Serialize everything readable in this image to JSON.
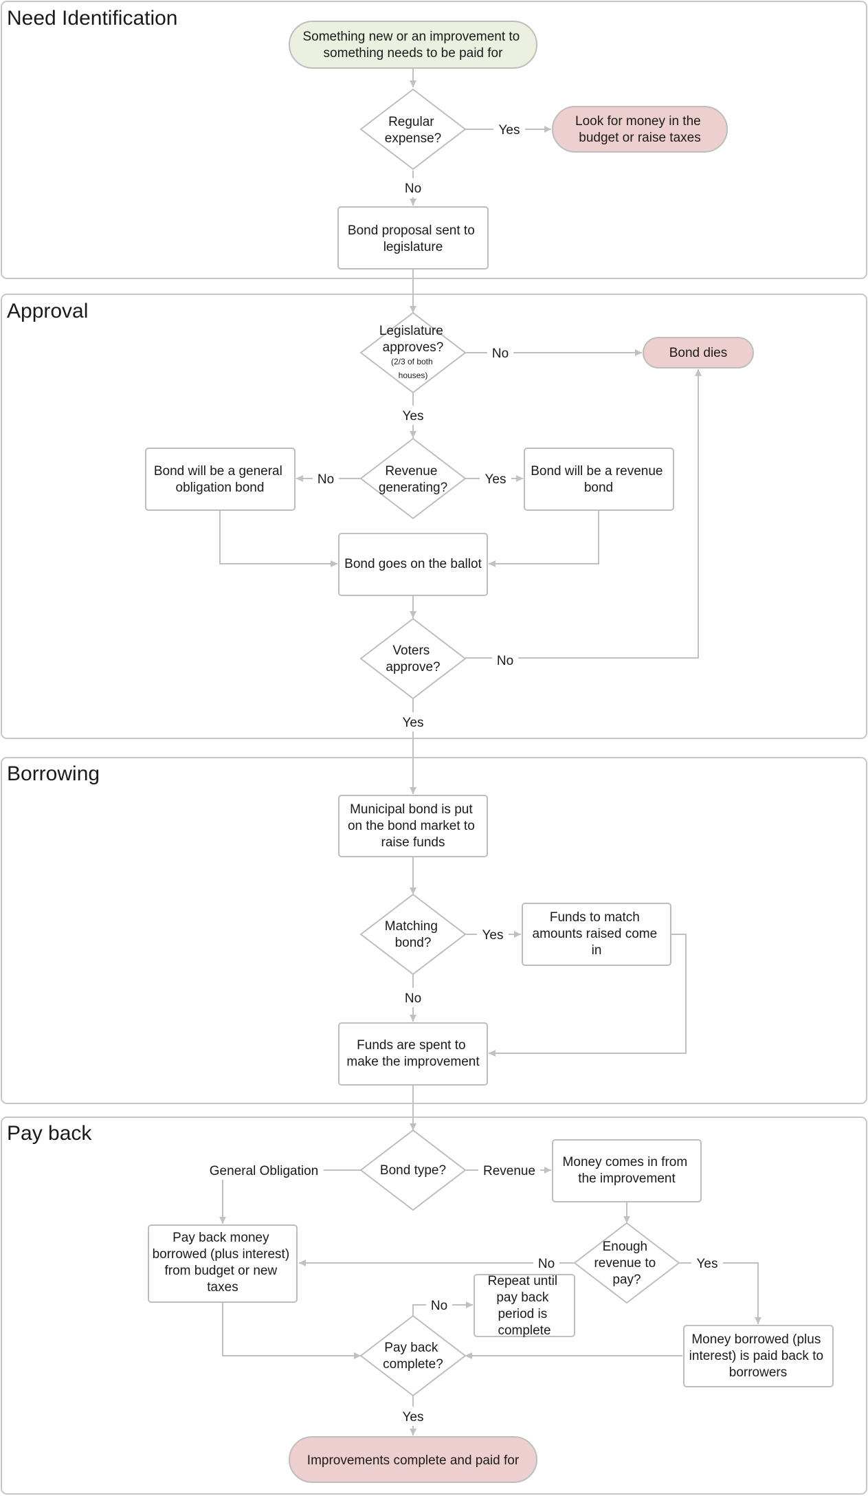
{
  "lanes": {
    "need": "Need Identification",
    "approval": "Approval",
    "borrowing": "Borrowing",
    "payback": "Pay back"
  },
  "nodes": {
    "start": [
      "Something new or an improvement to",
      "something needs to be paid for"
    ],
    "regular": [
      "Regular",
      "expense?"
    ],
    "look_money": [
      "Look for money in the",
      "budget or raise taxes"
    ],
    "proposal": [
      "Bond proposal sent to",
      "legislature"
    ],
    "legislature": [
      "Legislature",
      "approves?"
    ],
    "legislature_note": [
      "(2/3 of both",
      "houses)"
    ],
    "bond_dies": [
      "Bond dies"
    ],
    "revenue_gen": [
      "Revenue",
      "generating?"
    ],
    "general_bond": [
      "Bond will be a general",
      "obligation bond"
    ],
    "revenue_bond": [
      "Bond will be a revenue",
      "bond"
    ],
    "ballot": [
      "Bond goes on the ballot"
    ],
    "voters": [
      "Voters",
      "approve?"
    ],
    "market": [
      "Municipal bond is put",
      "on the bond market to",
      "raise funds"
    ],
    "matching": [
      "Matching",
      "bond?"
    ],
    "funds_match": [
      "Funds to match",
      "amounts raised come",
      "in"
    ],
    "spent": [
      "Funds are spent to",
      "make the improvement"
    ],
    "bond_type": [
      "Bond type?"
    ],
    "money_comes": [
      "Money comes in from",
      "the improvement"
    ],
    "payback_budget": [
      "Pay back money",
      "borrowed (plus interest)",
      "from budget or new",
      "taxes"
    ],
    "enough_rev": [
      "Enough",
      "revenue to",
      "pay?"
    ],
    "repeat": [
      "Repeat until",
      "pay back",
      "period is",
      "complete"
    ],
    "payback_complete": [
      "Pay back",
      "complete?"
    ],
    "money_borrowed": [
      "Money borrowed (plus",
      "interest) is paid back to",
      "borrowers"
    ],
    "end": [
      "Improvements complete and paid for"
    ]
  },
  "edge_labels": {
    "regular_yes": "Yes",
    "regular_no": "No",
    "legislature_no": "No",
    "legislature_yes": "Yes",
    "revenue_no": "No",
    "revenue_yes": "Yes",
    "voters_no": "No",
    "voters_yes": "Yes",
    "matching_yes": "Yes",
    "matching_no": "No",
    "type_general": "General Obligation",
    "type_revenue": "Revenue",
    "enough_no": "No",
    "enough_yes": "Yes",
    "complete_no": "No",
    "complete_yes": "Yes"
  },
  "colors": {
    "start_fill": "#ebf0e1",
    "terminal_fill": "#eecfcf",
    "stroke": "#bdbdbd",
    "connector": "#c0c0c0"
  }
}
